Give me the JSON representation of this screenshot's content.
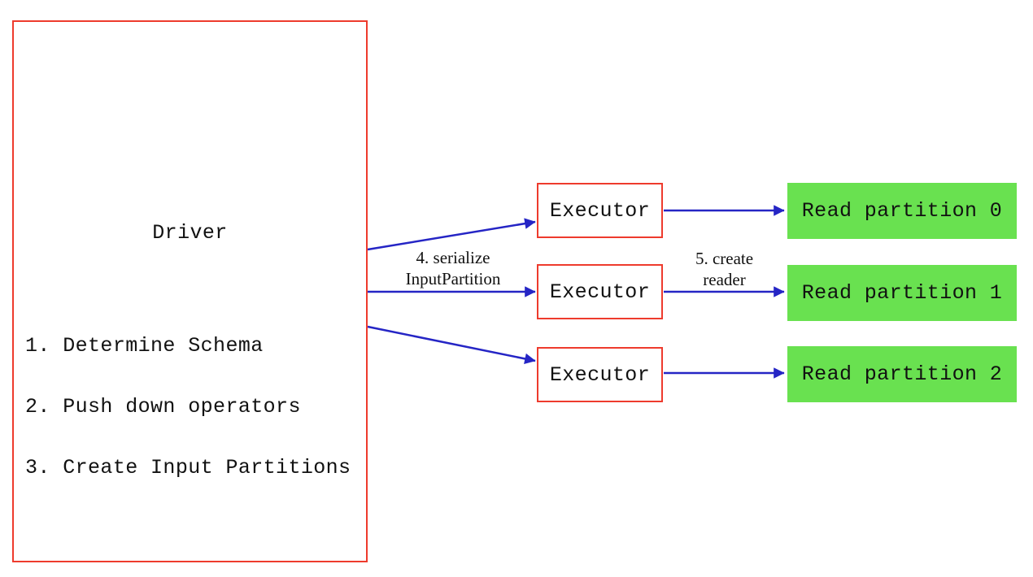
{
  "colors": {
    "node_border_color": "#ee3b2d",
    "arrow_color": "#2525c5",
    "partition_fill_color": "#69e150",
    "text_color": "#111111",
    "bg_color": "#ffffff"
  },
  "driver": {
    "title": "Driver",
    "steps": [
      "1. Determine Schema",
      "2. Push down operators",
      "3. Create Input Partitions"
    ]
  },
  "executors": [
    {
      "label": "Executor"
    },
    {
      "label": "Executor"
    },
    {
      "label": "Executor"
    }
  ],
  "partitions": [
    {
      "label": "Read partition 0"
    },
    {
      "label": "Read partition 1"
    },
    {
      "label": "Read partition 2"
    }
  ],
  "edge_labels": {
    "serialize": {
      "line1": "4. serialize",
      "line2": "InputPartition"
    },
    "create_reader": {
      "line1": "5. create",
      "line2": "reader"
    }
  }
}
